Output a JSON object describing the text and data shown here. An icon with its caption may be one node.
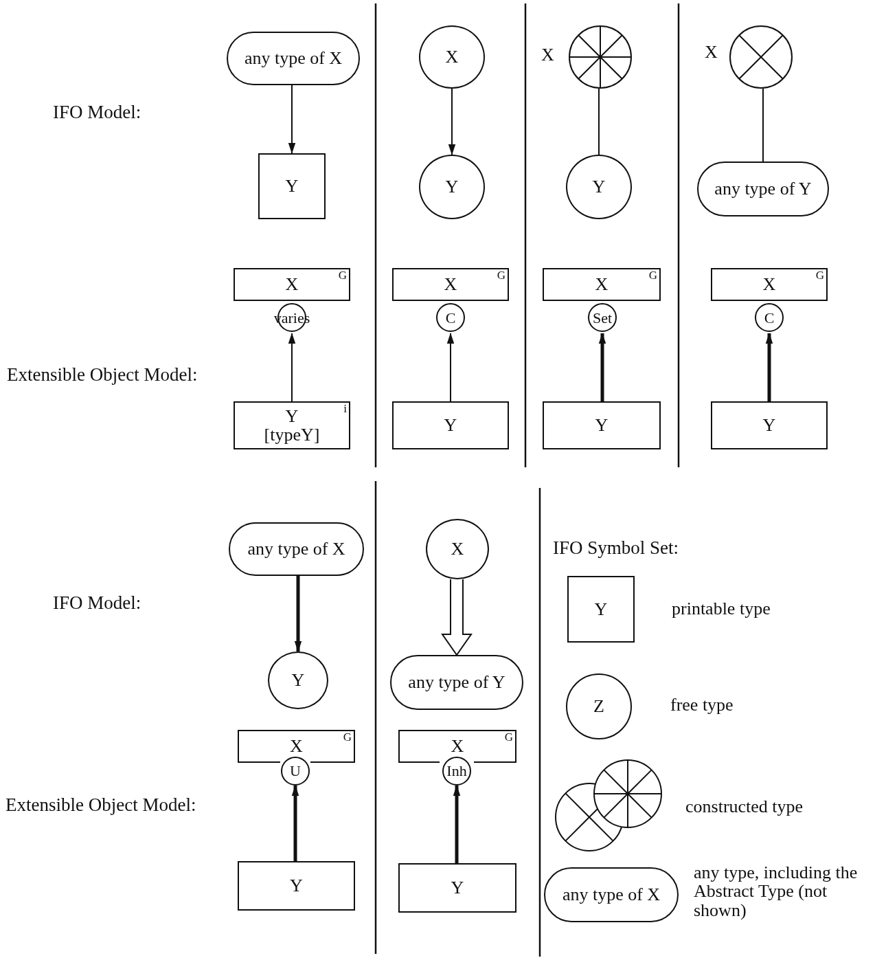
{
  "diagram": {
    "nodes": [
      {
        "text": [
          "any type of X"
        ]
      },
      {
        "text": [
          "X"
        ]
      },
      {
        "text": [],
        "shape": "circle",
        "beside": [
          "X"
        ]
      },
      {
        "text": [],
        "shape": "circle",
        "beside": [
          "X"
        ]
      },
      {
        "text": [
          "Y"
        ]
      },
      {
        "text": [
          "Y"
        ]
      },
      {
        "text": [
          "Y"
        ]
      },
      {
        "text": [
          "any type of Y"
        ]
      },
      {
        "text": [
          "X",
          "G"
        ]
      },
      {
        "text": [
          "varies"
        ]
      },
      {
        "text": [
          "Y [typeY]",
          "i"
        ]
      },
      {
        "text": [
          "X",
          "G"
        ]
      },
      {
        "text": [
          "C"
        ]
      },
      {
        "text": [
          "Y"
        ]
      },
      {
        "text": [
          "X",
          "G"
        ]
      },
      {
        "text": [
          "Set"
        ]
      },
      {
        "text": [
          "Y"
        ]
      },
      {
        "text": [
          "X",
          "G"
        ]
      },
      {
        "text": [
          "C"
        ]
      },
      {
        "text": [
          "Y"
        ]
      },
      {
        "text": [
          "any type of X"
        ]
      },
      {
        "text": [
          "Y"
        ]
      },
      {
        "text": [
          "X"
        ]
      },
      {
        "text": [
          "any type of Y"
        ]
      },
      {
        "text": [
          "X",
          "G"
        ]
      },
      {
        "text": [
          "U"
        ]
      },
      {
        "text": [
          "Y"
        ]
      },
      {
        "text": [
          "X",
          "G"
        ]
      },
      {
        "text": [
          "Inh"
        ]
      },
      {
        "text": [
          "Y"
        ]
      },
      {
        "text": [
          "Y"
        ],
        "beside": [
          "printable type"
        ]
      },
      {
        "text": [
          "Z"
        ],
        "beside": [
          "free type"
        ]
      },
      {
        "text": [],
        "shape": "circle",
        "beside": [
          "constructed type"
        ]
      },
      {
        "text": [
          "any type of X"
        ],
        "beside": [
          "any type, including the Abstract Type (not shown)"
        ]
      }
    ],
    "edges": [
      {
        "from": 0,
        "to": 4,
        "arrow": "to"
      },
      {
        "from": 1,
        "to": 5,
        "arrow": "to"
      },
      {
        "from": 2,
        "to": 6,
        "arrow": "none"
      },
      {
        "from": 3,
        "to": 7,
        "arrow": "none"
      },
      {
        "from": 10,
        "to": 9,
        "arrow": "to"
      },
      {
        "from": 13,
        "to": 12,
        "arrow": "to"
      },
      {
        "from": 16,
        "to": 15,
        "arrow": "to",
        "style": "thick"
      },
      {
        "from": 19,
        "to": 18,
        "arrow": "to",
        "style": "thick"
      },
      {
        "from": 20,
        "to": 21,
        "arrow": "to",
        "style": "thick"
      },
      {
        "from": 22,
        "to": 23,
        "arrow": "to",
        "style": "thick"
      },
      {
        "from": 26,
        "to": 25,
        "arrow": "to",
        "style": "thick"
      },
      {
        "from": 29,
        "to": 28,
        "arrow": "to",
        "style": "thick"
      }
    ],
    "labels": [
      "IFO Model:",
      "Extensible Object Model:",
      "IFO Model:",
      "Extensible Object Model:",
      "IFO Symbol Set:"
    ]
  }
}
